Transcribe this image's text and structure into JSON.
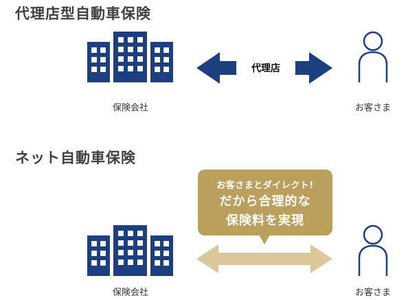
{
  "sections": [
    {
      "heading": "代理店型自動車保険",
      "company_label": "保険会社",
      "customer_label": "お客さま",
      "arrow_label": "代理店"
    },
    {
      "heading": "ネット自動車保険",
      "company_label": "保険会社",
      "customer_label": "お客さま",
      "bubble_line1": "お客さまとダイレクト!",
      "bubble_line2": "だから合理的な",
      "bubble_line3": "保険料を実現"
    }
  ],
  "colors": {
    "navy": "#1c3f7f",
    "gold": "#bb9f5d",
    "gold_light": "#dcc79a",
    "heading_text": "#404040"
  },
  "icons": [
    "building-icon",
    "person-icon",
    "double-arrow-icon"
  ]
}
